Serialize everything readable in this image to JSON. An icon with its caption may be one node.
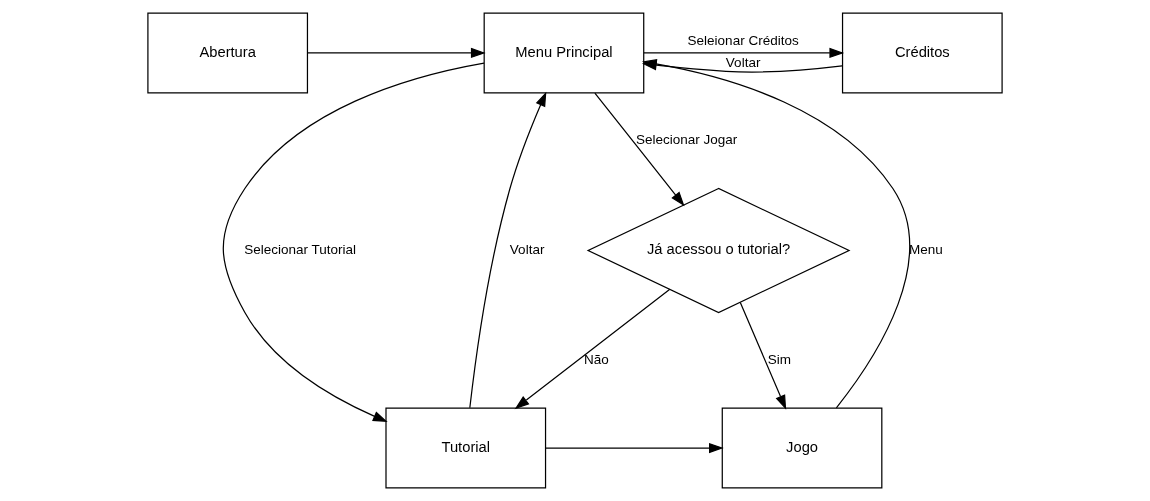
{
  "diagram": {
    "nodes": [
      {
        "text": [
          "Abertura"
        ]
      },
      {
        "text": [
          "Menu Principal"
        ]
      },
      {
        "text": [
          "Créditos"
        ]
      },
      {
        "text": [
          "Já acessou o tutorial?"
        ]
      },
      {
        "text": [
          "Jogo"
        ]
      },
      {
        "text": [
          "Tutorial"
        ]
      }
    ],
    "edges": [
      {
        "from": 0,
        "to": 1,
        "arrow": "to"
      },
      {
        "from": 1,
        "to": 2,
        "arrow": "to",
        "label": "Seleionar Créditos"
      },
      {
        "from": 2,
        "to": 1,
        "arrow": "to",
        "label": "Voltar"
      },
      {
        "from": 1,
        "to": 3,
        "arrow": "to",
        "label": "Selecionar Jogar"
      },
      {
        "from": 3,
        "to": 4,
        "arrow": "to",
        "label": "Sim"
      },
      {
        "from": 3,
        "to": 5,
        "arrow": "to",
        "label": "Não"
      },
      {
        "from": 4,
        "to": 1,
        "arrow": "to",
        "label": "Menu"
      },
      {
        "from": 1,
        "to": 5,
        "arrow": "to",
        "label": "Selecionar Tutorial"
      },
      {
        "from": 5,
        "to": 1,
        "arrow": "to",
        "label": "Voltar"
      },
      {
        "from": 5,
        "to": 4,
        "arrow": "to"
      }
    ]
  }
}
